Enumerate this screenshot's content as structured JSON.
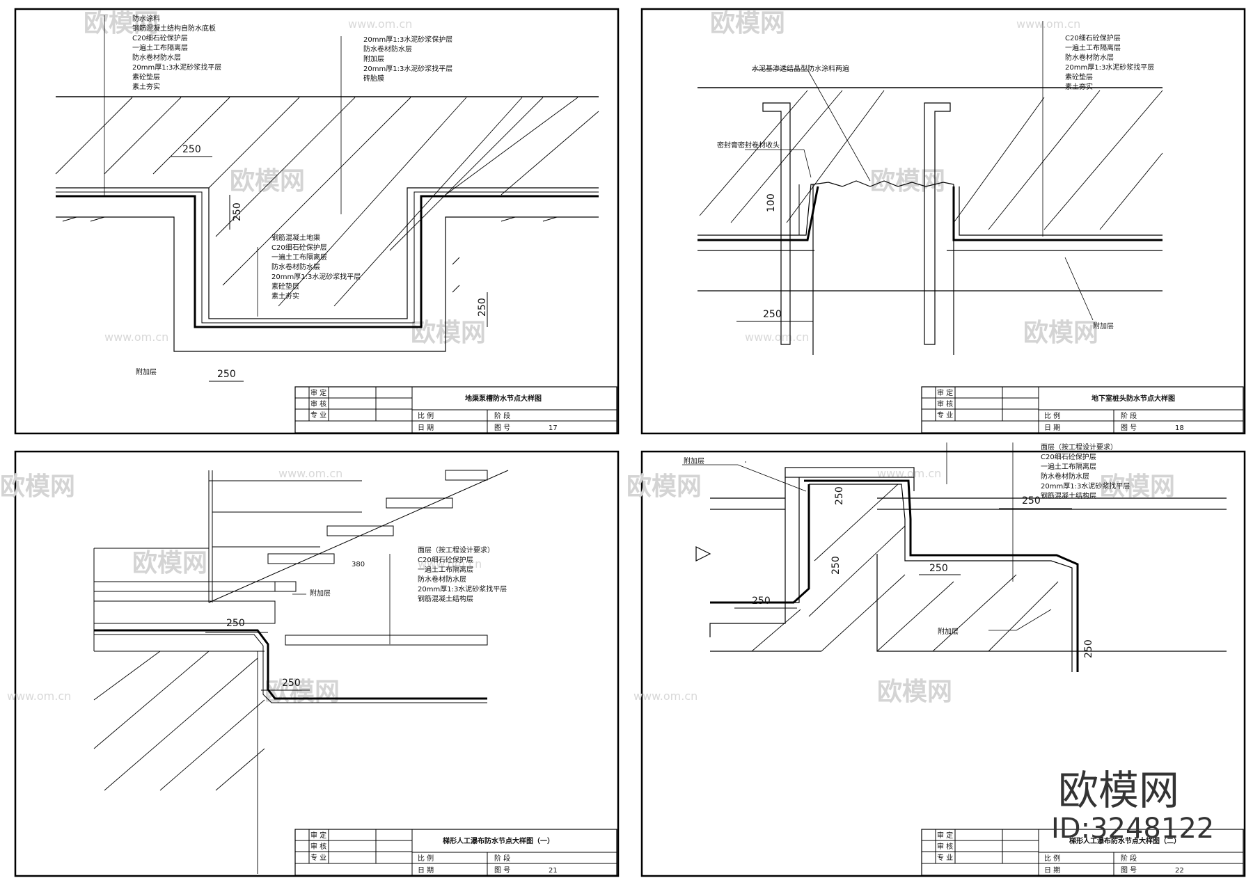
{
  "watermark": {
    "brand": "欧模网",
    "url": "www.om.cn",
    "id_label": "ID:3248122"
  },
  "panels": [
    {
      "title": "地渠泵槽防水节点大样图",
      "sheet_no": "17",
      "labels_left": [
        "防水涂料",
        "钢筋混凝土结构自防水底板",
        "C20细石砼保护层",
        "一遍土工布隔离层",
        "防水卷材防水层",
        "20mm厚1:3水泥砂浆找平层",
        "素砼垫层",
        "素土夯实"
      ],
      "labels_right": [
        "20mm厚1:3水泥砂浆保护层",
        "防水卷材防水层",
        "附加层",
        "20mm厚1:3水泥砂浆找平层",
        "砖胎膜"
      ],
      "labels_mid": [
        "钢筋混凝土地渠",
        "C20细石砼保护层",
        "一遍土工布隔离层",
        "防水卷材防水层",
        "20mm厚1:3水泥砂浆找平层",
        "素砼垫层",
        "素土夯实"
      ],
      "label_extra": "附加层",
      "dims": [
        "250",
        "250",
        "250",
        "250"
      ]
    },
    {
      "title": "地下室桩头防水节点大样图",
      "sheet_no": "18",
      "labels_right": [
        "C20细石砼保护层",
        "一遍土工布隔离层",
        "防水卷材防水层",
        "20mm厚1:3水泥砂浆找平层",
        "素砼垫层",
        "素土夯实"
      ],
      "label_a": "水泥基渗透结晶型防水涂料两遍",
      "label_b": "密封膏密封卷材收头",
      "label_c": "附加层",
      "dims": [
        "100",
        "250"
      ]
    },
    {
      "title": "梯形人工瀑布防水节点大样图（一）",
      "sheet_no": "21",
      "labels": [
        "面层（按工程设计要求）",
        "C20细石砼保护层",
        "一遍土工布隔离层",
        "防水卷材防水层",
        "20mm厚1:3水泥砂浆找平层",
        "钢筋混凝土结构层"
      ],
      "label_extra": "附加层",
      "dims": [
        "380",
        "250",
        "250"
      ]
    },
    {
      "title": "梯形人工瀑布防水节点大样图（二）",
      "sheet_no": "22",
      "labels": [
        "面层（按工程设计要求）",
        "C20细石砼保护层",
        "一遍土工布隔离层",
        "防水卷材防水层",
        "20mm厚1:3水泥砂浆找平层",
        "钢筋混凝土结构层"
      ],
      "label_a": "附加层",
      "label_b": "附加层",
      "dims": [
        "250",
        "250",
        "250",
        "250",
        "250",
        "250"
      ]
    }
  ],
  "title_block": {
    "rows": [
      "审 定",
      "审 核",
      "专 业"
    ],
    "scale": "比  例",
    "stage": "阶  段",
    "date": "日 期",
    "drawing_no": "图 号"
  }
}
